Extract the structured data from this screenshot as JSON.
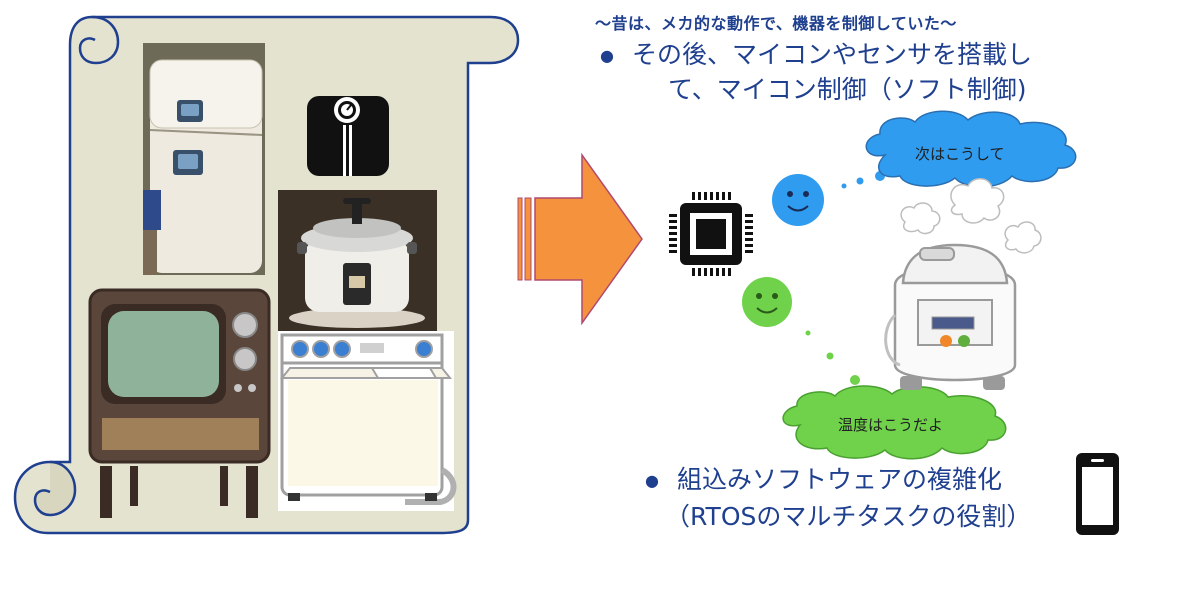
{
  "heading": "～昔は、メカ的な動作で、機器を制御していた～",
  "bullet_one": {
    "marker": "●",
    "line1": "その後、マイコンやセンサを搭載し",
    "line2": "て、マイコン制御（ソフト制御)"
  },
  "bullet_two": {
    "marker": "●",
    "line1": "組込みソフトウェアの複雑化",
    "line2": "（RTOSのマルチタスクの役割）"
  },
  "bubbles": {
    "top": "次はこうして",
    "bottom": "温度はこうだよ"
  },
  "colors": {
    "scroll": "#e4e3d0",
    "scroll_border": "#1f3f8f",
    "arrow": "#f5923e",
    "bubble_blue": "#2f9cf0",
    "bubble_green": "#6fd24a",
    "text": "#1f3f8f"
  },
  "icons": [
    "scroll-banner",
    "refrigerator-photo",
    "scale-icon",
    "rice-cooker-photo",
    "television-illustration",
    "washing-machine-illustration",
    "right-arrow",
    "microchip-icon",
    "blue-smiley-icon",
    "green-smiley-icon",
    "thought-cloud",
    "rice-cooker-illustration",
    "smartphone-icon"
  ]
}
